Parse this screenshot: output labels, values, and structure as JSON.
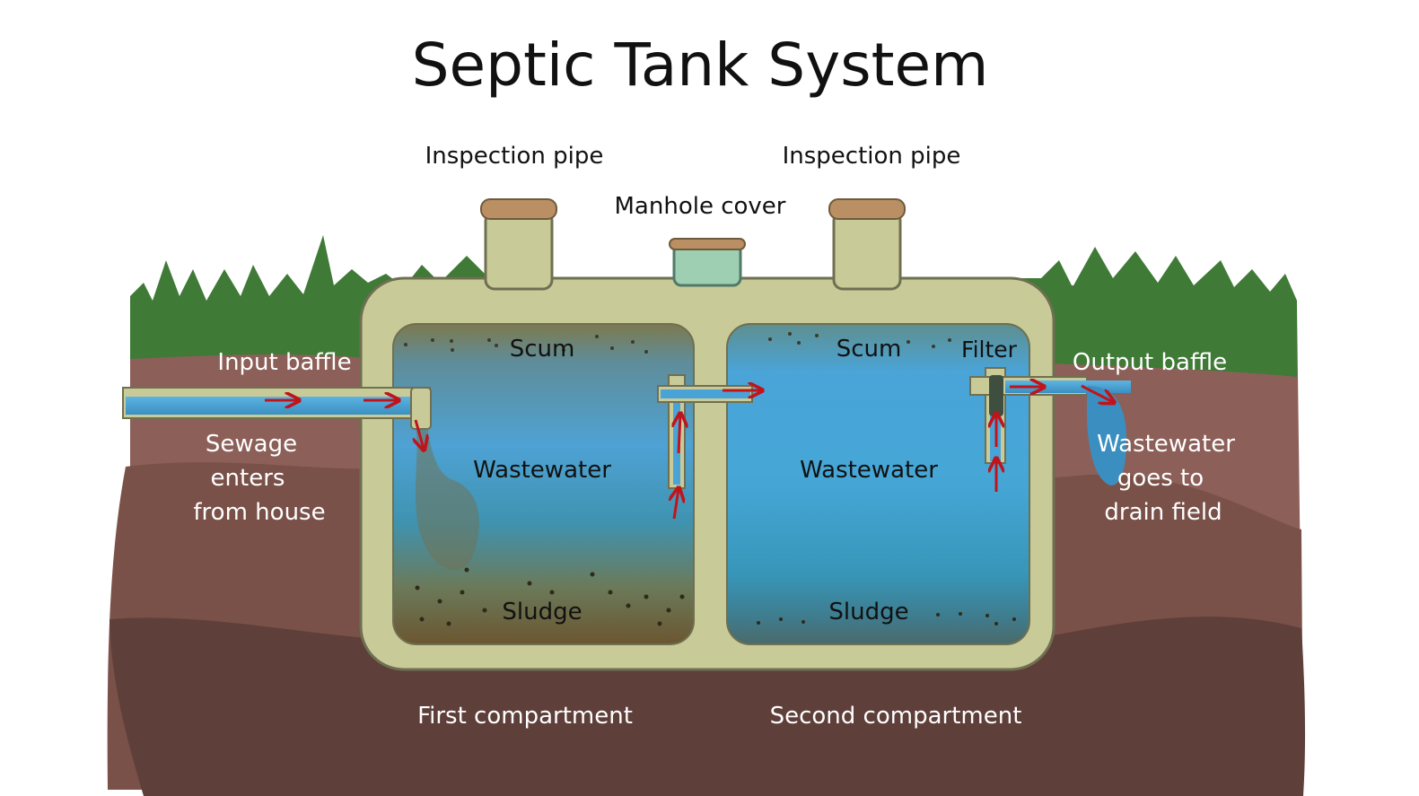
{
  "title": "Septic Tank System",
  "labels": {
    "inspection_pipe_left": "Inspection pipe",
    "inspection_pipe_right": "Inspection pipe",
    "manhole_cover": "Manhole cover",
    "input_baffle": "Input baffle",
    "output_baffle": "Output baffle",
    "filter": "Filter",
    "sewage_line1": "Sewage",
    "sewage_line2": "enters",
    "sewage_line3": "from house",
    "drain_line1": "Wastewater",
    "drain_line2": "goes to",
    "drain_line3": "drain field",
    "first_compartment": "First compartment",
    "second_compartment": "Second compartment",
    "c1_scum": "Scum",
    "c1_wastewater": "Wastewater",
    "c1_sludge": "Sludge",
    "c2_scum": "Scum",
    "c2_wastewater": "Wastewater",
    "c2_sludge": "Sludge"
  },
  "colors": {
    "grass": "#3f7a36",
    "soil_top": "#8c6058",
    "soil_mid": "#7a5149",
    "soil_bottom": "#5e3f3a",
    "tank_shell": "#c8cb98",
    "tank_outline": "#6f6f52",
    "pipe_cap": "#b98f63",
    "manhole": "#9fcfb3",
    "water": "#4aa3d6",
    "sludge": "#6e5a33",
    "arrow": "#c0141c"
  }
}
